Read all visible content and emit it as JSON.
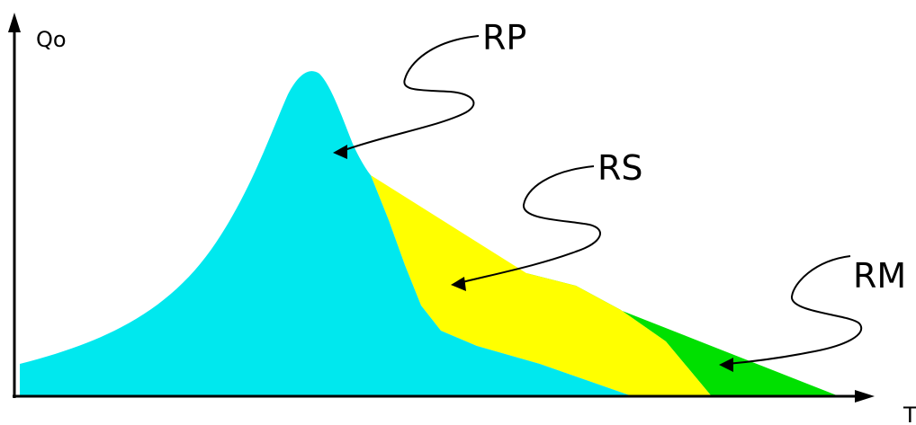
{
  "axes": {
    "y_label": "Qo",
    "x_label": "T"
  },
  "annotations": [
    {
      "id": "rp",
      "label": "RP"
    },
    {
      "id": "rs",
      "label": "RS"
    },
    {
      "id": "rm",
      "label": "RM"
    }
  ],
  "colors": {
    "rp": "#00e8ee",
    "rs": "#ffff00",
    "rm": "#00e000",
    "axis": "#000000",
    "background": "#ffffff"
  }
}
